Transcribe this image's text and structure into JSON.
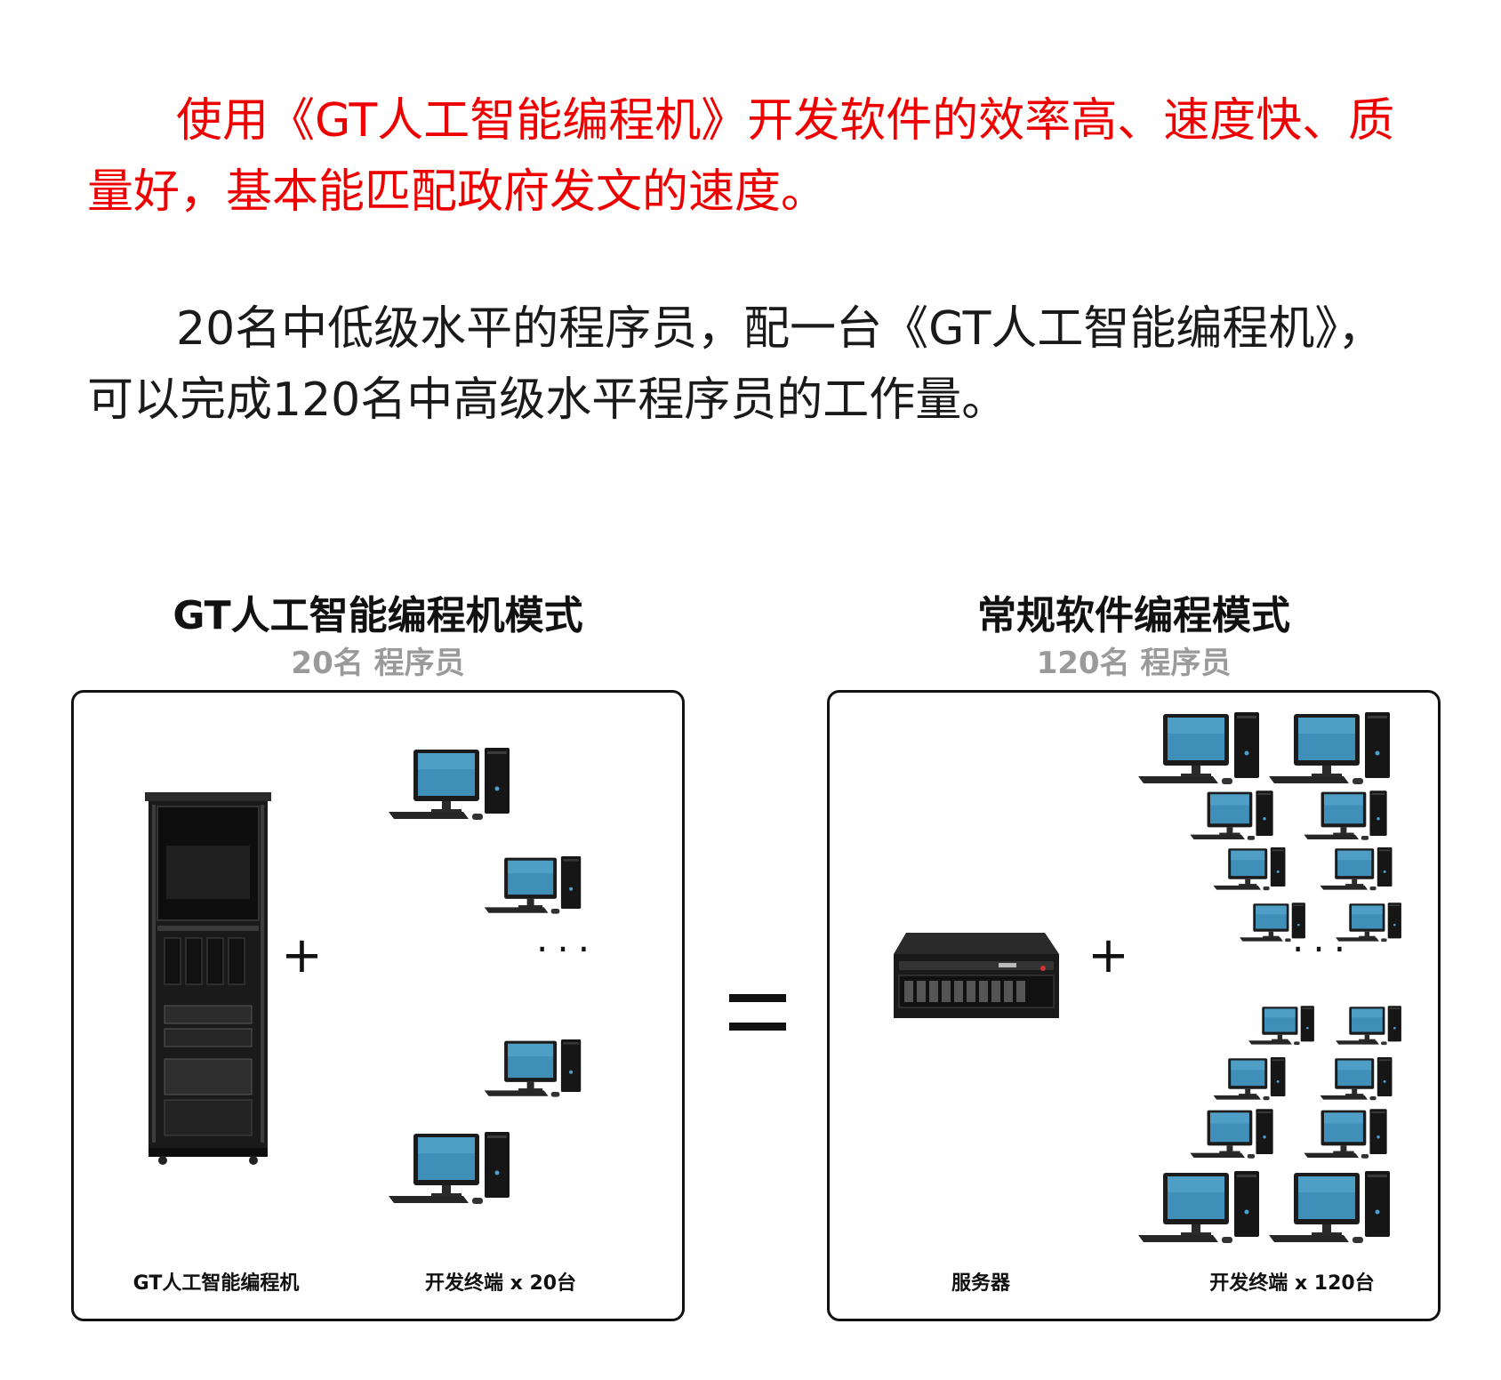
{
  "intro": {
    "paragraph1": "使用《GT人工智能编程机》开发软件的效率高、速度快、质量好，基本能匹配政府发文的速度。",
    "paragraph2": "20名中低级水平的程序员，配一台《GT人工智能编程机》，可以完成120名中高级水平程序员的工作量。"
  },
  "left": {
    "title": "GT人工智能编程机模式",
    "subtitle": "20名 程序员",
    "device_caption": "GT人工智能编程机",
    "terminals_caption": "开发终端 x 20台",
    "device_icon": "server-rack-icon",
    "terminal_icon": "desktop-computer-icon"
  },
  "right": {
    "title": "常规软件编程模式",
    "subtitle": "120名 程序员",
    "device_caption": "服务器",
    "terminals_caption": "开发终端 x 120台",
    "device_icon": "rack-server-icon",
    "terminal_icon": "desktop-computer-icon"
  },
  "symbols": {
    "plus": "+",
    "ellipsis": "···",
    "equals": "="
  },
  "colors": {
    "highlight_text": "#ee0000",
    "subtitle": "#9a9a9a",
    "monitor_screen": "#3f8fb8"
  }
}
